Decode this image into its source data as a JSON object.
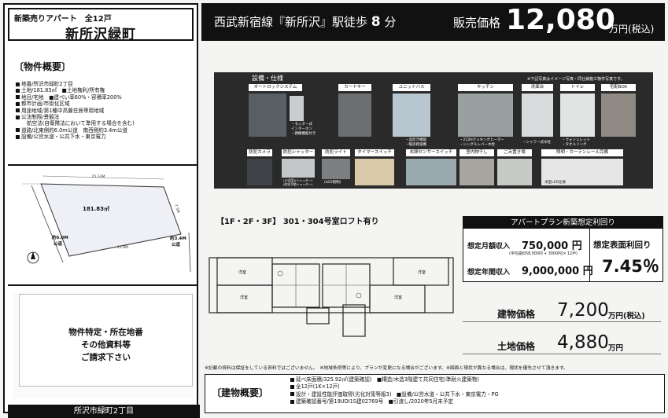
{
  "title": {
    "sub": "新築売りアパート　全12戸",
    "main": "新所沢緑町"
  },
  "overview": {
    "heading": "〔物件概要〕",
    "items": [
      "地番/所沢市緑町2丁目",
      "土地/181.83㎡　■土地権利/所有権",
      "地目/宅地　■建ぺい率60%・容積率200%",
      "都市計画/市街化区域",
      "用途地域/第1種中高層住居専用地域",
      "公法制限/景観法",
      "道路/北東側約6.0m公道　南西側約3.4m公道",
      "設備/公営水道・公共下水・東京電力"
    ],
    "item_sub": "航空法(自衛隊法において準用する場合を含む)"
  },
  "site_plan": {
    "dim_top": "25.33M",
    "area": "181.83㎡",
    "dim_bottom": "21.6M",
    "dim_right": "7.5M",
    "road_left": "約6.0M\n公道",
    "road_right": "約3.4M\n公道"
  },
  "inquiry": {
    "line1": "物件特定・所在地番",
    "line2": "その他資料等",
    "line3": "ご請求下さい"
  },
  "address_bar": "所沢市緑町2丁目",
  "header": {
    "station": "西武新宿線『新所沢』駅徒歩",
    "minutes": "8",
    "minutes_unit": "分",
    "price_label": "販売価格",
    "price": "12,080",
    "price_unit": "万円(税込)"
  },
  "equipment": {
    "title": "設備・仕様",
    "note": "※下記写真はイメージ写真・同仕様施工物件写真です。",
    "row1": [
      "オートロックシステム",
      "カードキー",
      "ユニットバス",
      "キッチン",
      "洗面台",
      "トイレ",
      "宅配BOX"
    ],
    "row2": [
      "防犯カメラ",
      "防犯シャッター",
      "防犯ライト",
      "タイマースイッチ",
      "玄関センサースイッチ",
      "室内物干し",
      "ごみ置き場",
      "照明・カーテンレール完備"
    ],
    "captions": {
      "autolock": "・モニター式\nインターホン\n・親機機能付き",
      "bath": "・追炊き機能\n・暖房乾燥機",
      "kitchen": "・2口IHクッキングヒーター\n・シングルレバー水栓",
      "washbasin": "・シャワー式水栓",
      "toilet": "・ウォシュレット\n・タオルリング",
      "shutter": "(1F居室)(シャッター)\n(防犯手動シャッター)",
      "light": "(LED照明)",
      "led": "洋室LED仕様"
    }
  },
  "floor_plan": {
    "label": "【1F・2F・3F】 301・304号室ロフト有り"
  },
  "yield": {
    "heading": "アパートプラン新築想定利回り",
    "monthly_label": "想定月額収入",
    "monthly_value": "750,000 円",
    "monthly_note": "(平均賃料58,000円 + 3000円)× 12戸)",
    "yearly_label": "想定年間収入",
    "yearly_value": "9,000,000 円",
    "rate_label": "想定表面利回り",
    "rate_value": "7.45％"
  },
  "prices": {
    "building_label": "建物価格",
    "building_value": "7,200",
    "building_unit": "万円(税込)",
    "land_label": "土地価格",
    "land_value": "4,880",
    "land_unit": "万円"
  },
  "notice": "※記載の資料は保証をしている資料ではございません。　※地域条例等により、プランが変更になる場合がございます。※図面と現状が異なる場合は、現状を優先させて頂きます。",
  "building_overview": {
    "heading": "〔建物概要〕",
    "items": [
      "延べ床面積/325.92㎡(建築確認)　■構造/木造3階建て共同住宅(準耐火建築物)",
      "全12戸(1K×12戸)",
      "設計・建設性能評価取得(劣化対策等級3)　■設備/公営水道・公共下水・東京電力・PG",
      "建築確認番号/第19UDI1S建02769号　■引渡し/2020年5月末予定"
    ]
  }
}
